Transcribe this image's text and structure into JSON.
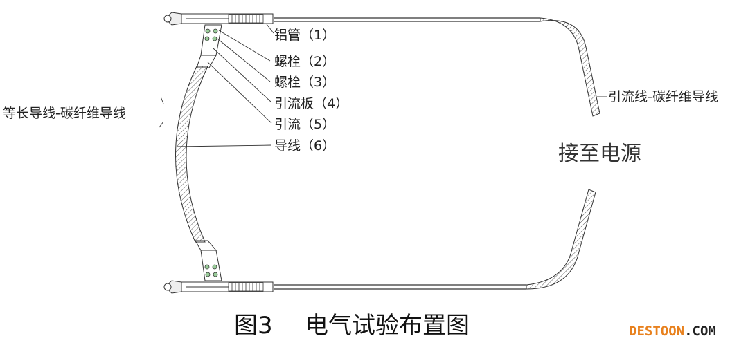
{
  "labels": {
    "tube": "铝管（1）",
    "bolt_a": "螺栓（2）",
    "bolt_b": "螺栓（3）",
    "plate": "引流板（4）",
    "jumper": "引流（5）",
    "conductor": "导线（6）",
    "equal_length": "等长导线-碳纤维导线",
    "lead_wire": "引流线-碳纤维导线",
    "power": "接至电源"
  },
  "caption": {
    "figure": "图3",
    "title": "电气试验布置图"
  },
  "watermark": {
    "main": "DESTOON",
    "suffix": ".COM",
    "main_color": "#e8811e",
    "suffix_color": "#222222"
  }
}
